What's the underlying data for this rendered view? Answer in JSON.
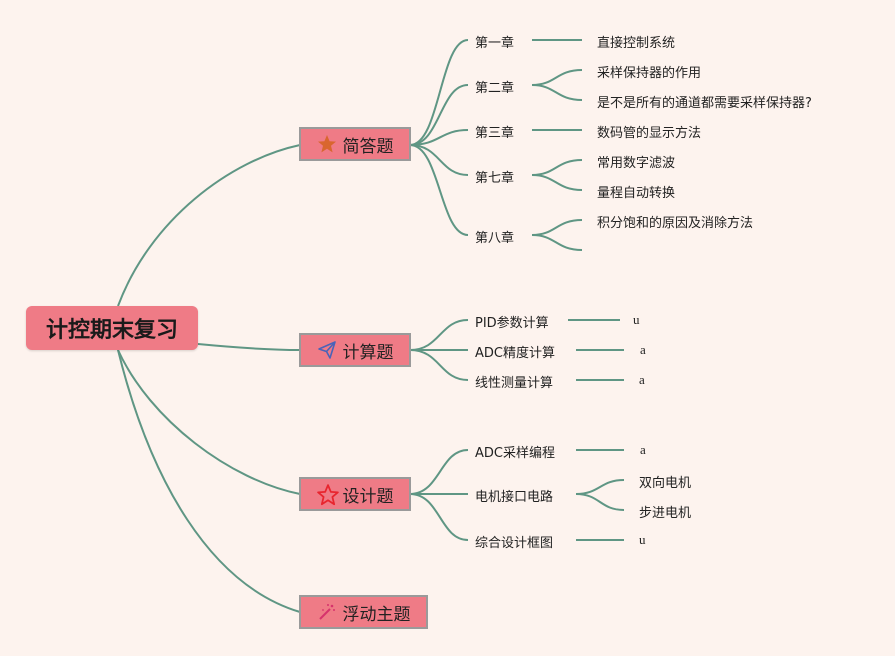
{
  "root": {
    "label": "计控期末复习"
  },
  "topics": [
    {
      "label": "简答题",
      "icon": "star-filled-icon",
      "children": [
        {
          "label": "第一章",
          "items": [
            "直接控制系统"
          ]
        },
        {
          "label": "第二章",
          "items": [
            "采样保持器的作用",
            "是不是所有的通道都需要采样保持器?"
          ]
        },
        {
          "label": "第三章",
          "items": [
            "数码管的显示方法"
          ]
        },
        {
          "label": "第七章",
          "items": [
            "常用数字滤波",
            "量程自动转换"
          ]
        },
        {
          "label": "第八章",
          "items": [
            "积分饱和的原因及消除方法",
            ""
          ]
        }
      ]
    },
    {
      "label": "计算题",
      "icon": "paper-plane-icon",
      "children": [
        {
          "label": "PID参数计算",
          "items": [
            "u"
          ]
        },
        {
          "label": "ADC精度计算",
          "items": [
            "a"
          ]
        },
        {
          "label": "线性测量计算",
          "items": [
            "a"
          ]
        }
      ]
    },
    {
      "label": "设计题",
      "icon": "star-outline-icon",
      "children": [
        {
          "label": "ADC采样编程",
          "items": [
            "a"
          ]
        },
        {
          "label": "电机接口电路",
          "items": [
            "双向电机",
            "步进电机"
          ]
        },
        {
          "label": "综合设计框图",
          "items": [
            "u"
          ]
        }
      ]
    },
    {
      "label": "浮动主题",
      "icon": "magic-wand-icon",
      "children": []
    }
  ],
  "colors": {
    "line": "#5f9684",
    "topic_fill": "#ef7b86",
    "background": "#fdf3ee"
  }
}
